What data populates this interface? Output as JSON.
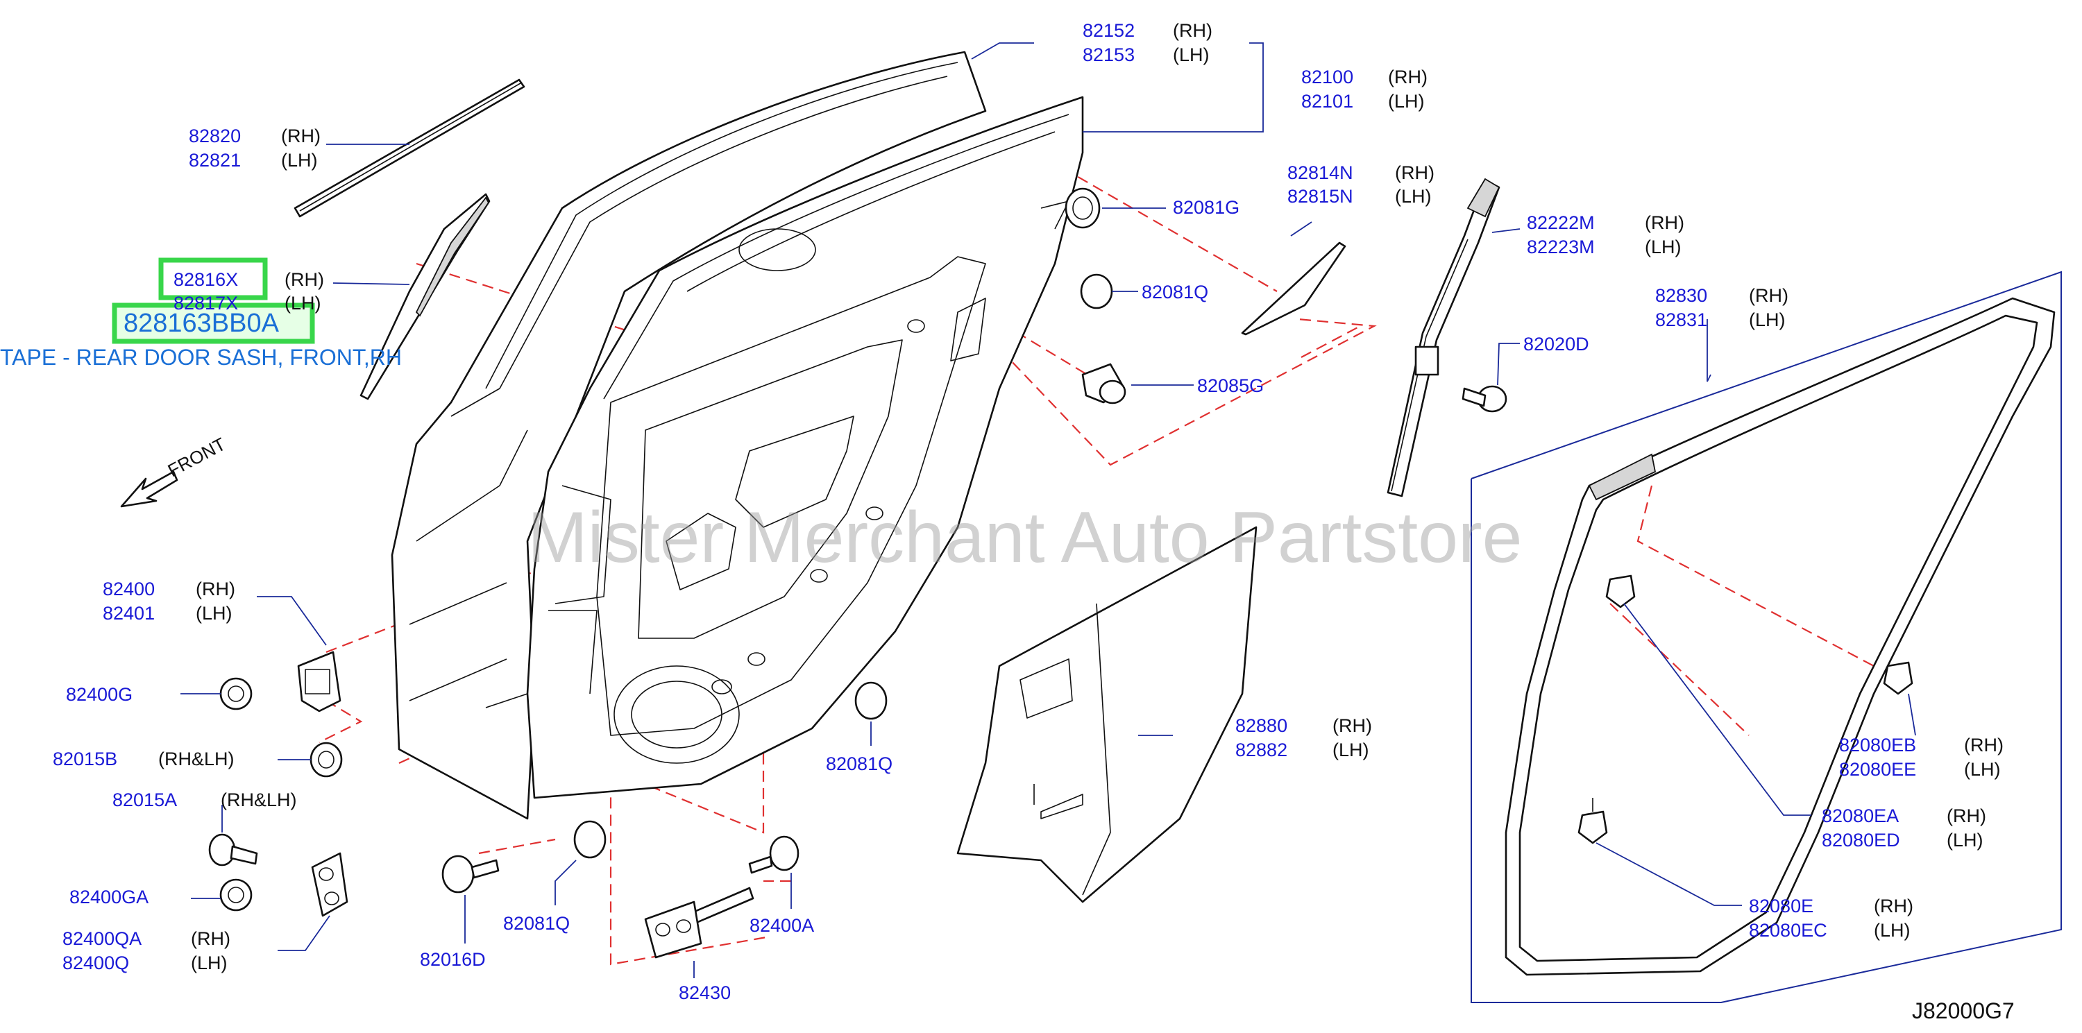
{
  "diagram_code": "J82000G7",
  "watermark": "Mister Merchant Auto Partstore",
  "front_label": "FRONT",
  "highlight": {
    "part_number": "828163BB0A",
    "description": "TAPE - REAR DOOR SASH, FRONT,RH"
  },
  "callouts": [
    {
      "id": "c1",
      "part": "82152",
      "side": "(RH)"
    },
    {
      "id": "c2",
      "part": "82153",
      "side": "(LH)"
    },
    {
      "id": "c3",
      "part": "82100",
      "side": "(RH)"
    },
    {
      "id": "c4",
      "part": "82101",
      "side": "(LH)"
    },
    {
      "id": "c5",
      "part": "82820",
      "side": "(RH)"
    },
    {
      "id": "c6",
      "part": "82821",
      "side": "(LH)"
    },
    {
      "id": "c7",
      "part": "82816X",
      "side": "(RH)"
    },
    {
      "id": "c8",
      "part": "82817X",
      "side": "(LH)"
    },
    {
      "id": "c9",
      "part": "82081G",
      "side": ""
    },
    {
      "id": "c10",
      "part": "82081Q",
      "side": ""
    },
    {
      "id": "c11",
      "part": "82085G",
      "side": ""
    },
    {
      "id": "c12",
      "part": "82814N",
      "side": "(RH)"
    },
    {
      "id": "c13",
      "part": "82815N",
      "side": "(LH)"
    },
    {
      "id": "c14",
      "part": "82222M",
      "side": "(RH)"
    },
    {
      "id": "c15",
      "part": "82223M",
      "side": "(LH)"
    },
    {
      "id": "c16",
      "part": "82020D",
      "side": ""
    },
    {
      "id": "c17",
      "part": "82830",
      "side": "(RH)"
    },
    {
      "id": "c18",
      "part": "82831",
      "side": "(LH)"
    },
    {
      "id": "c19",
      "part": "82400",
      "side": "(RH)"
    },
    {
      "id": "c20",
      "part": "82401",
      "side": "(LH)"
    },
    {
      "id": "c21",
      "part": "82400G",
      "side": ""
    },
    {
      "id": "c22",
      "part": "82015B",
      "side": "(RH&LH)"
    },
    {
      "id": "c23",
      "part": "82015A",
      "side": "(RH&LH)"
    },
    {
      "id": "c24",
      "part": "82400GA",
      "side": ""
    },
    {
      "id": "c25",
      "part": "82400QA",
      "side": "(RH)"
    },
    {
      "id": "c26",
      "part": "82400Q",
      "side": "(LH)"
    },
    {
      "id": "c27",
      "part": "82016D",
      "side": ""
    },
    {
      "id": "c28",
      "part": "82081Q",
      "side": ""
    },
    {
      "id": "c29",
      "part": "82430",
      "side": ""
    },
    {
      "id": "c30",
      "part": "82400A",
      "side": ""
    },
    {
      "id": "c31",
      "part": "82081Q",
      "side": ""
    },
    {
      "id": "c32",
      "part": "82880",
      "side": "(RH)"
    },
    {
      "id": "c33",
      "part": "82882",
      "side": "(LH)"
    },
    {
      "id": "c34",
      "part": "82080EB",
      "side": "(RH)"
    },
    {
      "id": "c35",
      "part": "82080EE",
      "side": "(LH)"
    },
    {
      "id": "c36",
      "part": "82080EA",
      "side": "(RH)"
    },
    {
      "id": "c37",
      "part": "82080ED",
      "side": "(LH)"
    },
    {
      "id": "c38",
      "part": "82080E",
      "side": "(RH)"
    },
    {
      "id": "c39",
      "part": "82080EC",
      "side": "(LH)"
    }
  ]
}
